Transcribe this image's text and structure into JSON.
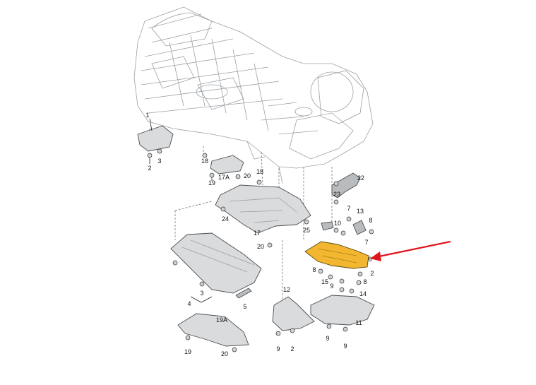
{
  "diagram": {
    "highlight_color": "#f2b630",
    "arrow_color": "#e0141b",
    "body_color": "#9aa0a6",
    "callouts": [
      {
        "id": "c1",
        "text": "1"
      },
      {
        "id": "c2a",
        "text": "2"
      },
      {
        "id": "c3a",
        "text": "3"
      },
      {
        "id": "c18a",
        "text": "18"
      },
      {
        "id": "c19a",
        "text": "19"
      },
      {
        "id": "c17A",
        "text": "17A"
      },
      {
        "id": "c20a",
        "text": "20"
      },
      {
        "id": "c18b",
        "text": "18"
      },
      {
        "id": "c22",
        "text": "22"
      },
      {
        "id": "c23",
        "text": "23"
      },
      {
        "id": "c24",
        "text": "24"
      },
      {
        "id": "c17",
        "text": "17"
      },
      {
        "id": "c25",
        "text": "25"
      },
      {
        "id": "c20b",
        "text": "20"
      },
      {
        "id": "c10",
        "text": "10"
      },
      {
        "id": "c7a",
        "text": "7"
      },
      {
        "id": "c13",
        "text": "13"
      },
      {
        "id": "c8a",
        "text": "8"
      },
      {
        "id": "c7b",
        "text": "7"
      },
      {
        "id": "c6",
        "text": "6"
      },
      {
        "id": "c8b",
        "text": "8"
      },
      {
        "id": "c2b",
        "text": "2"
      },
      {
        "id": "c15",
        "text": "15"
      },
      {
        "id": "c8c",
        "text": "8"
      },
      {
        "id": "c9a",
        "text": "9"
      },
      {
        "id": "c14",
        "text": "14"
      },
      {
        "id": "c3b",
        "text": "3"
      },
      {
        "id": "c4",
        "text": "4"
      },
      {
        "id": "c5",
        "text": "5"
      },
      {
        "id": "c12",
        "text": "12"
      },
      {
        "id": "c11",
        "text": "11"
      },
      {
        "id": "c19A",
        "text": "19A"
      },
      {
        "id": "c19b",
        "text": "19"
      },
      {
        "id": "c20c",
        "text": "20"
      },
      {
        "id": "c9b",
        "text": "9"
      },
      {
        "id": "c2c",
        "text": "2"
      },
      {
        "id": "c9c",
        "text": "9"
      },
      {
        "id": "c9d",
        "text": "9"
      }
    ]
  }
}
